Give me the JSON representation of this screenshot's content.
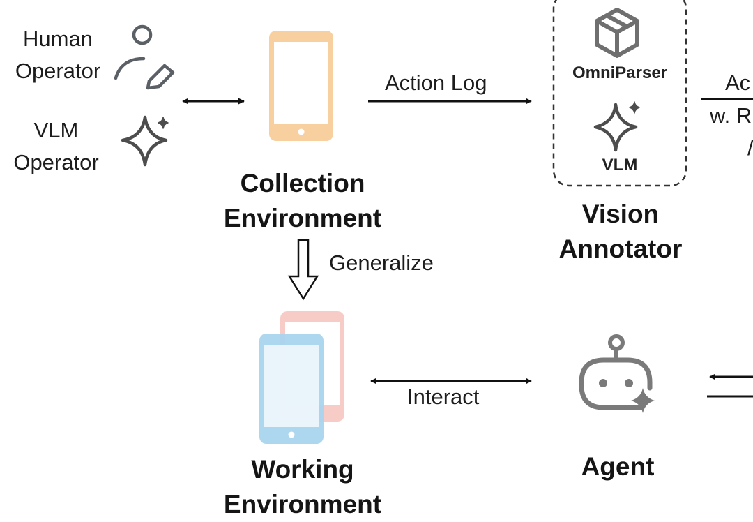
{
  "operators": {
    "human_label": "Human\nOperator",
    "vlm_label": "VLM\nOperator"
  },
  "collection": {
    "title": "Collection\nEnvironment"
  },
  "edges": {
    "action_log": "Action Log",
    "generalize": "Generalize",
    "interact": "Interact",
    "right_partial_1": "Ac",
    "right_partial_2": "w. R",
    "right_partial_3": "/"
  },
  "annotator": {
    "omniparser": "OmniParser",
    "vlm": "VLM",
    "title": "Vision\nAnnotator"
  },
  "working": {
    "title": "Working\nEnvironment"
  },
  "agent": {
    "title": "Agent"
  },
  "colors": {
    "collection_phone": "#f8cf9e",
    "working_front_phone": "#a9d4ee",
    "working_back_phone": "#f7cbc6",
    "icon_gray": "#707070",
    "outline": "#5a5a5a"
  },
  "icons": [
    "person-edit-icon",
    "sparkle-icon",
    "package-icon",
    "robot-icon"
  ]
}
